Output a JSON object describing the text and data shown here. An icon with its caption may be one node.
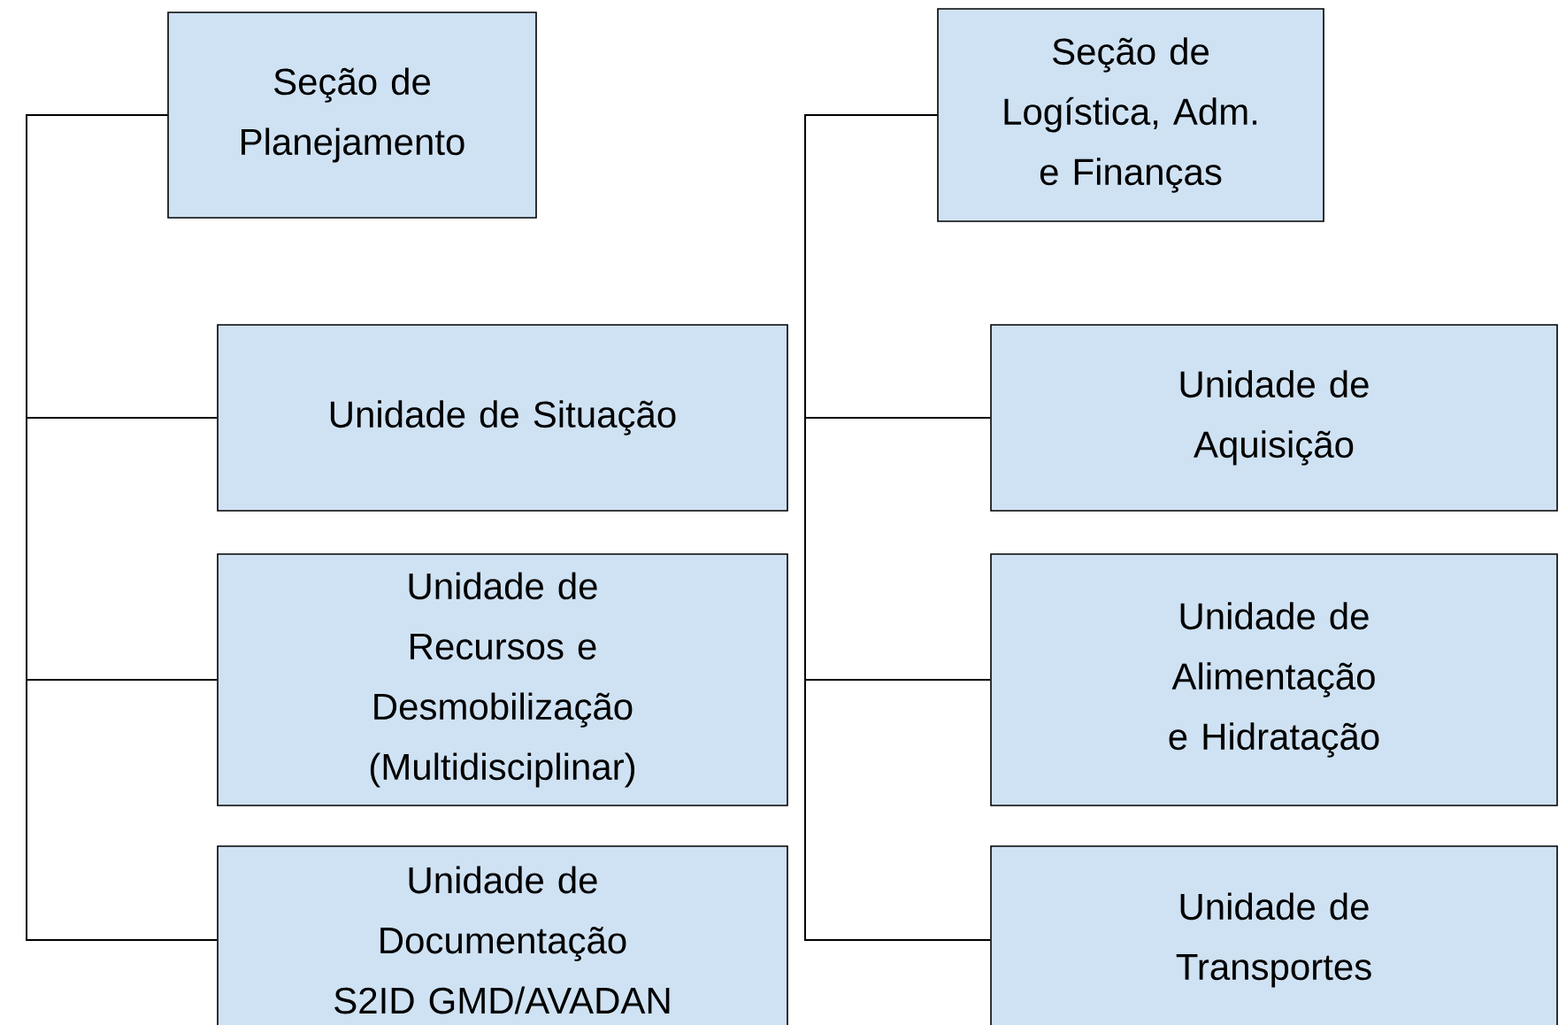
{
  "diagram": {
    "nodes": [
      {
        "text": [
          "Seção de Planejamento"
        ]
      },
      {
        "text": [
          "Unidade de Situação"
        ]
      },
      {
        "text": [
          "Unidade de Recursos e Desmobilização (Multidisciplinar)"
        ]
      },
      {
        "text": [
          "Unidade de Documentação S2ID GMD/AVADAN"
        ]
      },
      {
        "text": [
          "Seção de Logística, Adm. e Finanças"
        ]
      },
      {
        "text": [
          "Unidade de Aquisição"
        ]
      },
      {
        "text": [
          "Unidade de Alimentação e Hidratação"
        ]
      },
      {
        "text": [
          "Unidade de Transportes"
        ]
      }
    ],
    "edges": [
      {
        "from": 0,
        "to": 1,
        "arrow": "none"
      },
      {
        "from": 0,
        "to": 2,
        "arrow": "none"
      },
      {
        "from": 0,
        "to": 3,
        "arrow": "none"
      },
      {
        "from": 4,
        "to": 5,
        "arrow": "none"
      },
      {
        "from": 4,
        "to": 6,
        "arrow": "none"
      },
      {
        "from": 4,
        "to": 7,
        "arrow": "none"
      }
    ]
  }
}
